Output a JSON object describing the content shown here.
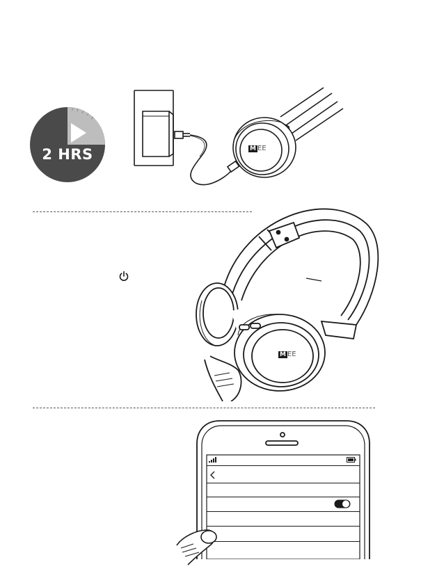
{
  "charge": {
    "timer_label": "2 HRS",
    "timer_fill_fraction": 0.85
  },
  "power": {
    "icon": "power-icon"
  },
  "brand": {
    "logo_text": "EE",
    "logo_text_alt": "EE"
  },
  "phone": {
    "back_icon": "chevron-left-icon",
    "toggle_state": "on",
    "signal_icon": "signal-icon",
    "battery_icon": "battery-icon"
  },
  "colors": {
    "timer_dark": "#4a4a4a",
    "timer_light": "#bfbfbf",
    "line": "#1a1a1a"
  }
}
